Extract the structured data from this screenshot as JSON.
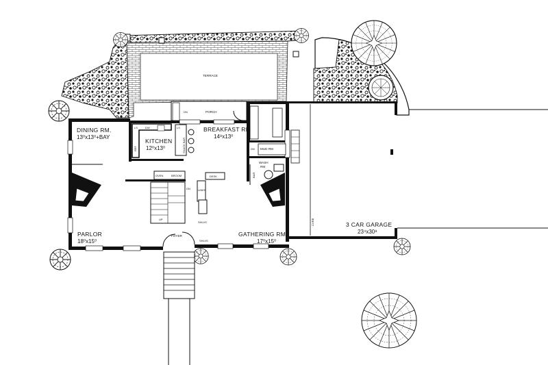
{
  "rooms": {
    "terrace": "TERRACE",
    "porch": "PORCH",
    "dining": "DINING RM.",
    "dining_dim": "13⁰x13⁰+BAY",
    "kitchen": "KITCHEN",
    "kitchen_dim": "12⁰x13⁰",
    "breakfast": "BREAKFAST RM",
    "breakfast_dim": "14⁸x13⁰",
    "mud": "MUD RM",
    "wash_a": "WASH",
    "wash_b": "RM",
    "parlor": "PARLOR",
    "parlor_dim": "18⁰x15⁰",
    "foyer": "FOYER",
    "gathering": "GATHERING RM.",
    "gathering_dim": "17⁰x15⁰",
    "garage": "3 CAR GARAGE",
    "garage_dim": "23⁴x30⁸"
  },
  "fixtures": {
    "dn_porch": "DN",
    "dn_mud": "DN",
    "dn_stair": "DN",
    "up": "UP",
    "dw": "DW",
    "ref": "REF",
    "ls": "LS",
    "ls2": "LS",
    "snack_bar": "SNACK BAR",
    "oven": "OVEN",
    "broom": "BROOM",
    "desk": "DESK",
    "linen": "LINEN",
    "shlvs": "SHLVS",
    "shlvs2": "SHLVS",
    "bar": "BAR",
    "curb": "CURB"
  }
}
